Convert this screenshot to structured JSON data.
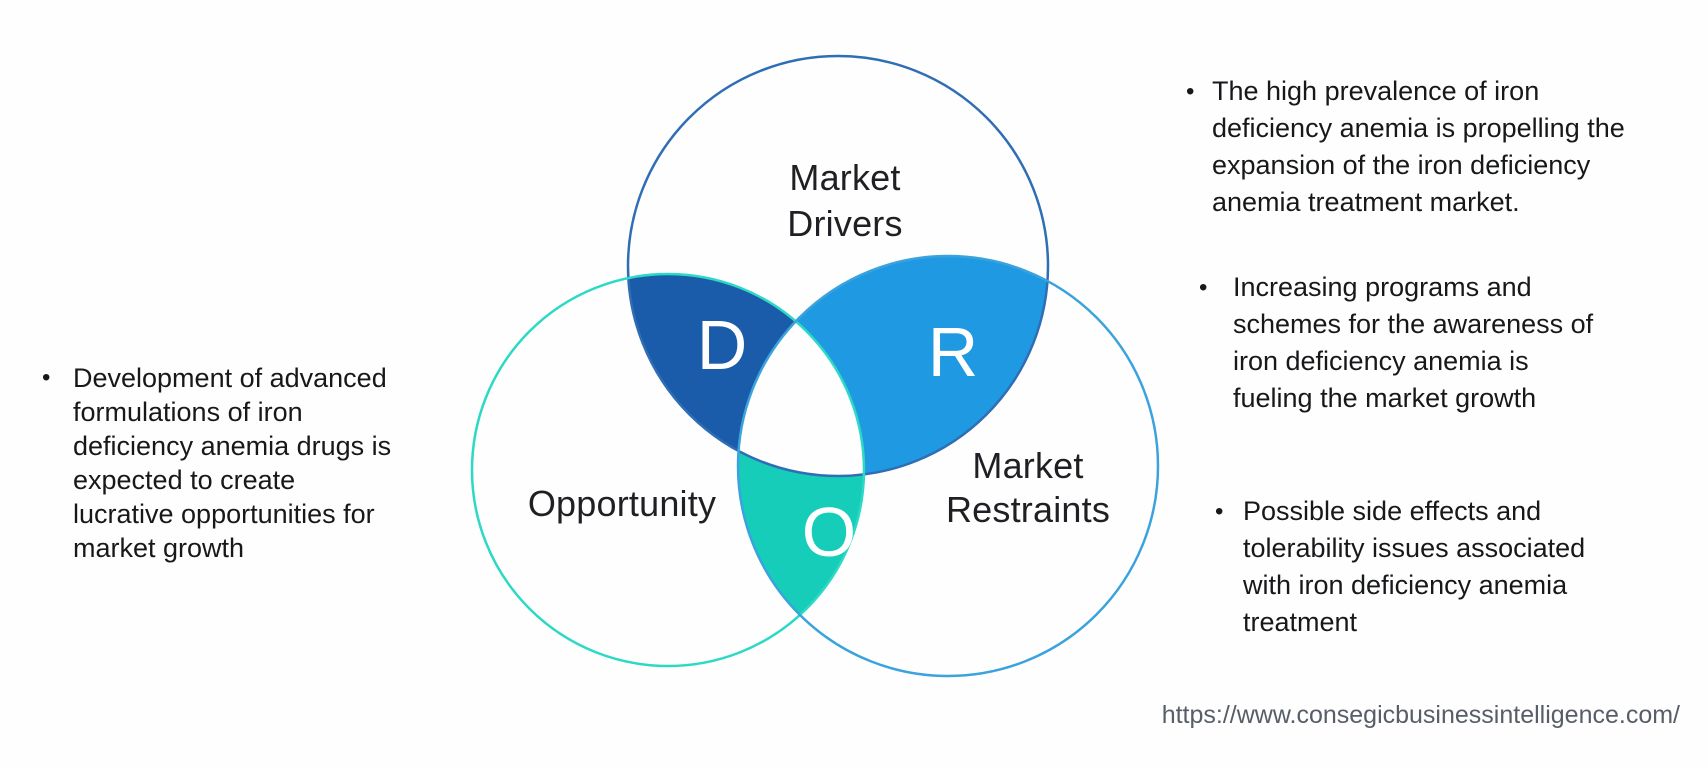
{
  "diagram": {
    "drivers": {
      "label": "Market\nDrivers",
      "letter": "D"
    },
    "opportunity": {
      "label": "Opportunity",
      "letter": "O"
    },
    "restraints": {
      "label": "Market\nRestraints",
      "letter": "R"
    }
  },
  "colors": {
    "drivers_fill": "#1a5ca9",
    "restraints_fill": "#1f9ae2",
    "opportunity_fill": "#16cdb9",
    "drivers_stroke": "#2f6db5",
    "opportunity_stroke": "#2bd9c5",
    "restraints_stroke": "#3aa3de",
    "center_fill": "#fefefe",
    "letter_color": "#ffffff",
    "text_color": "#17181a",
    "url_color": "#575e67"
  },
  "notes": {
    "left": {
      "bullet": "•",
      "text": "Development of advanced\nformulations of iron\ndeficiency anemia drugs is\nexpected to create\nlucrative opportunities for\nmarket growth"
    },
    "right": [
      {
        "bullet": "•",
        "text": "The high prevalence of iron\ndeficiency anemia is propelling the\nexpansion of the iron deficiency\nanemia treatment market."
      },
      {
        "bullet": "•",
        "text": "Increasing programs and\nschemes for the awareness of\niron deficiency anemia is\nfueling the market growth"
      },
      {
        "bullet": "•",
        "text": "Possible side effects and\ntolerability issues associated\nwith iron deficiency anemia\ntreatment"
      }
    ]
  },
  "footer": {
    "source_url": "https://www.consegicbusinessintelligence.com/"
  }
}
